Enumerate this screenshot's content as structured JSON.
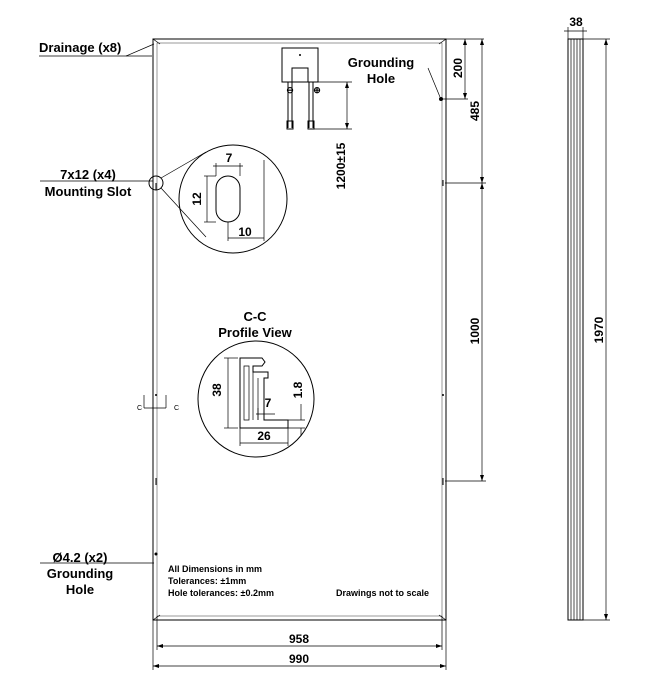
{
  "labels": {
    "drainage": "Drainage (x8)",
    "grounding_hole_top_1": "Grounding",
    "grounding_hole_top_2": "Hole",
    "mounting_slot_1": "7x12 (x4)",
    "mounting_slot_2": "Mounting Slot",
    "profile_title_1": "C-C",
    "profile_title_2": "Profile View",
    "section_c_left": "C",
    "section_c_right": "C",
    "grounding_bottom_1": "Ø4.2 (x2)",
    "grounding_bottom_2": "Grounding",
    "grounding_bottom_3": "Hole",
    "notes_1": "All Dimensions in mm",
    "notes_2": "Tolerances: ±1mm",
    "notes_3": "Hole tolerances: ±0.2mm",
    "not_to_scale": "Drawings not to scale"
  },
  "dimensions": {
    "cable_length": "1200±15",
    "slot_width": "7",
    "slot_height": "12",
    "slot_offset": "10",
    "profile_height": "38",
    "profile_thickness": "1.8",
    "profile_gap": "7",
    "profile_width": "26",
    "dim_200": "200",
    "dim_485": "485",
    "dim_1000": "1000",
    "inner_width": "958",
    "outer_width": "990",
    "side_thickness": "38",
    "total_length": "1970"
  },
  "junction_box": {
    "minus": "⊖",
    "plus": "⊕"
  }
}
